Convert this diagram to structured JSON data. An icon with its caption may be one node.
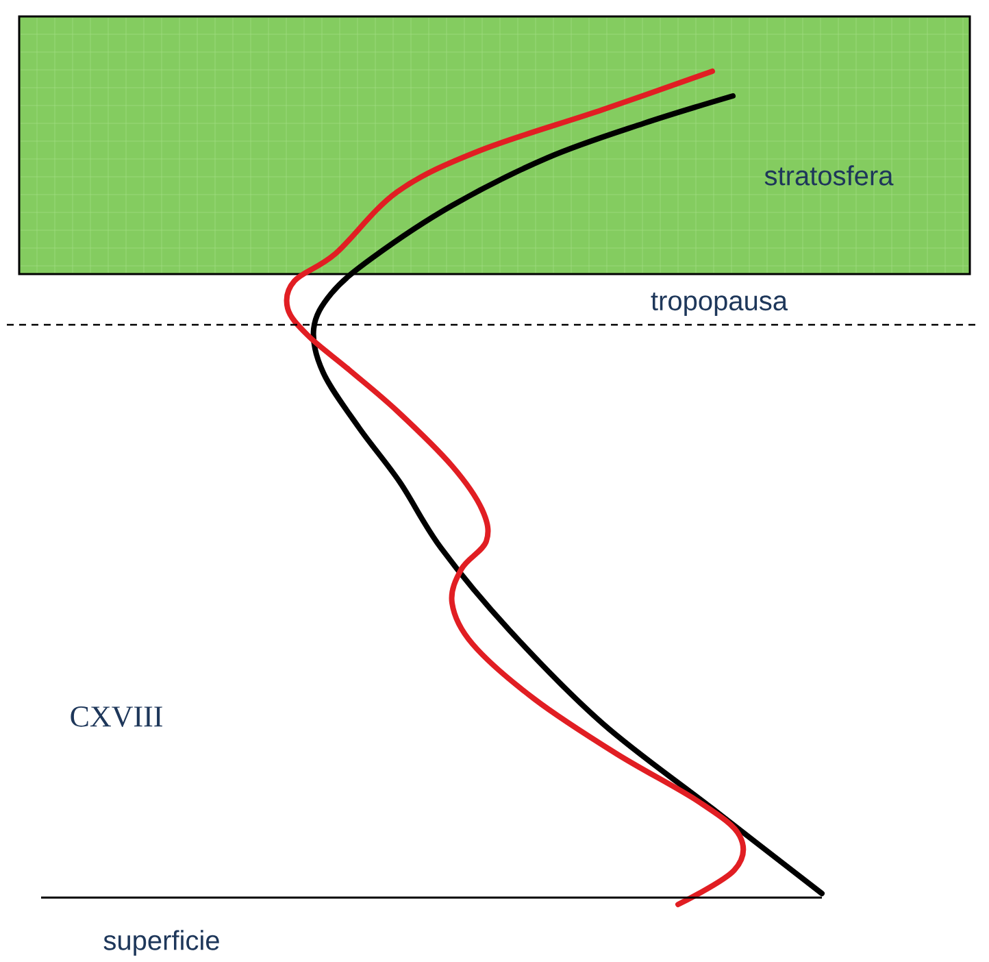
{
  "diagram": {
    "nodes": [
      {
        "text": [
          "stratosfera"
        ]
      }
    ],
    "labels": [
      "tropopausa",
      "CXVIII",
      "superficie"
    ]
  }
}
